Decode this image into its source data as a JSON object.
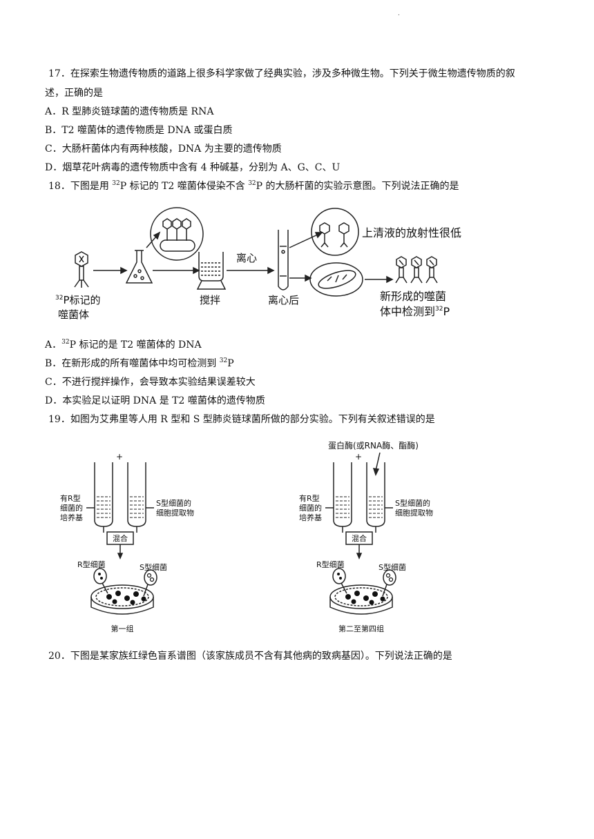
{
  "header_mark": ".",
  "q17": {
    "stem_line1": "17．在探索生物遗传物质的道路上很多科学家做了经典实验，涉及多种微生物。下列关于微生物遗传物质的叙",
    "stem_line2": "述，正确的是",
    "options": [
      "A．R 型肺炎链球菌的遗传物质是 RNA",
      "B．T2 噬菌体的遗传物质是 DNA 或蛋白质",
      "C．大肠杆菌体内有两种核酸，DNA 为主要的遗传物质",
      "D．烟草花叶病毒的遗传物质中含有 4 种碱基，分别为 A、G、C、U"
    ]
  },
  "q18": {
    "stem_pre": "18．下图是用 ",
    "sup1": "32",
    "stem_mid": "P 标记的 T2 噬菌体侵染不含 ",
    "sup2": "32",
    "stem_post": "P 的大肠杆菌的实验示意图。下列说法正确的是",
    "figure": {
      "label_centrifuge": "离心",
      "label_supernatant": "上清液的放射性很低",
      "label_phage_sup": "32",
      "label_phage_1": "P标记的",
      "label_phage_2": "噬菌体",
      "label_stir": "搅拌",
      "label_after": "离心后",
      "label_new_1": "新形成的噬菌",
      "label_new_2": "体中检测到",
      "label_new_sup": "32",
      "label_new_3": "P"
    },
    "options": {
      "A_pre": "A．",
      "A_sup": "32",
      "A_post": "P 标记的是 T2 噬菌体的 DNA",
      "B_pre": "B．在新形成的所有噬菌体中均可检测到 ",
      "B_sup": "32",
      "B_post": "P",
      "C": "C．不进行搅拌操作，会导致本实验结果误差较大",
      "D": "D．本实验足以证明 DNA 是 T2 噬菌体的遗传物质"
    }
  },
  "q19": {
    "stem": "19．如图为艾弗里等人用 R 型和 S 型肺炎链球菌所做的部分实验。下列有关叙述错误的是",
    "figure": {
      "enzyme": "蛋白酶(或RNA酶、酯酶)",
      "plus": "+",
      "left_label": [
        "有R型",
        "细菌的",
        "培养基"
      ],
      "right_label": [
        "S型细菌的",
        "细胞提取物"
      ],
      "mix": "混合",
      "r_bacteria": "R型细菌",
      "s_bacteria": "S型细菌",
      "group1": "第一组",
      "group2": "第二至第四组"
    }
  },
  "q20": {
    "stem": "20．下图是某家族红绿色盲系谱图（该家族成员不含有其他病的致病基因）。下列说法正确的是"
  }
}
